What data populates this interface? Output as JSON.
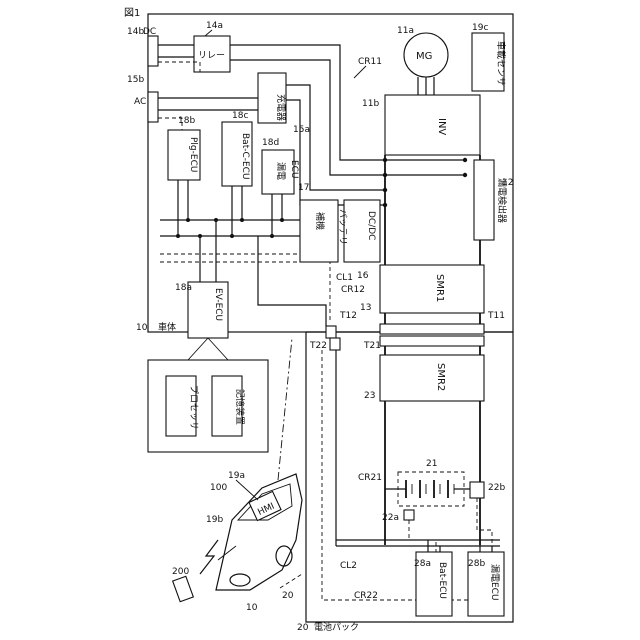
{
  "figure": {
    "label": "図1"
  },
  "refs": {
    "r10": "10",
    "r11a": "11a",
    "r11b": "11b",
    "r12": "12",
    "r13": "13",
    "r14a": "14a",
    "r14b": "14b",
    "r15a": "15a",
    "r15b": "15b",
    "r16": "16",
    "r17": "17",
    "r18a": "18a",
    "r18b": "18b",
    "r18c": "18c",
    "r18d": "18d",
    "r19a": "19a",
    "r19b": "19b",
    "r19c": "19c",
    "r20a": "20",
    "r20b": "20",
    "r21": "21",
    "r22a": "22a",
    "r22b": "22b",
    "r23": "23",
    "r28a": "28a",
    "r28b": "28b",
    "r100": "100",
    "r200": "200",
    "r10b": "10"
  },
  "labels": {
    "dc": "DC",
    "ac": "AC",
    "relay": "リレー",
    "charger": "充電器",
    "mg": "MG",
    "inv": "INV",
    "sensor": "車載センサ",
    "leak_detector": "漏電検出器",
    "plg_ecu": "Plg-ECU",
    "bat_c_ecu": "Bat-C-ECU",
    "leak_ecu_line1": "漏電",
    "leak_ecu_line2": "ECU",
    "aux_battery_line1": "補機",
    "aux_battery_line2": "バッテリ",
    "dcdc": "DC/DC",
    "smr1": "SMR1",
    "smr2": "SMR2",
    "ev_ecu": "EV-ECU",
    "processor": "プロセッサ",
    "storage": "記憶装置",
    "body": "車体",
    "battery_pack": "電池パック",
    "hmi": "HMI",
    "bat_ecu": "Bat-ECU",
    "leak_ecu2": "漏電ECU",
    "cr11": "CR11",
    "cr12": "CR12",
    "cr21": "CR21",
    "cr22": "CR22",
    "cl1": "CL1",
    "cl2": "CL2",
    "t11": "T11",
    "t12": "T12",
    "t21": "T21",
    "t22": "T22"
  }
}
